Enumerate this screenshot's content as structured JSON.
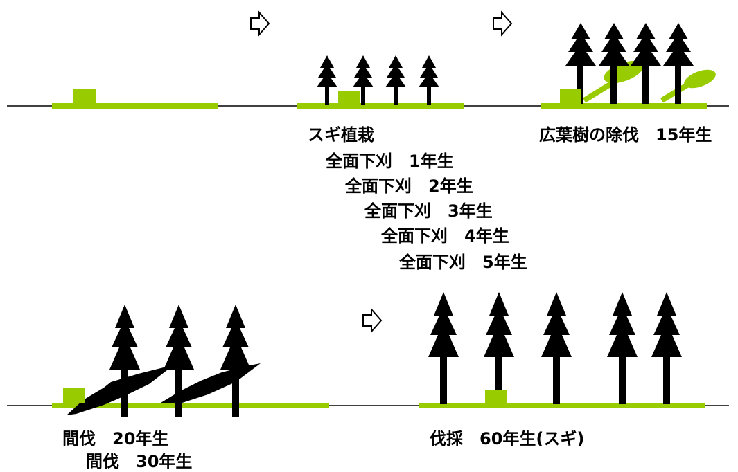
{
  "colors": {
    "ground": "#99cc00",
    "tree": "#000000",
    "line": "#000000"
  },
  "labels": {
    "planting": "スギ植栽",
    "weeding_1": "全面下刈　1年生",
    "weeding_2": "全面下刈　2年生",
    "weeding_3": "全面下刈　3年生",
    "weeding_4": "全面下刈　4年生",
    "weeding_5": "全面下刈　5年生",
    "broadleaf_removal": "広葉樹の除伐　15年生",
    "thinning_20": "間伐　20年生",
    "thinning_30": "間伐　30年生",
    "harvest_60": "伐採　60年生(スギ)"
  },
  "icons": {
    "step_arrow": "right-arrow-outline-icon",
    "tree": "cedar-tree-icon",
    "person": "green-square-marker"
  }
}
